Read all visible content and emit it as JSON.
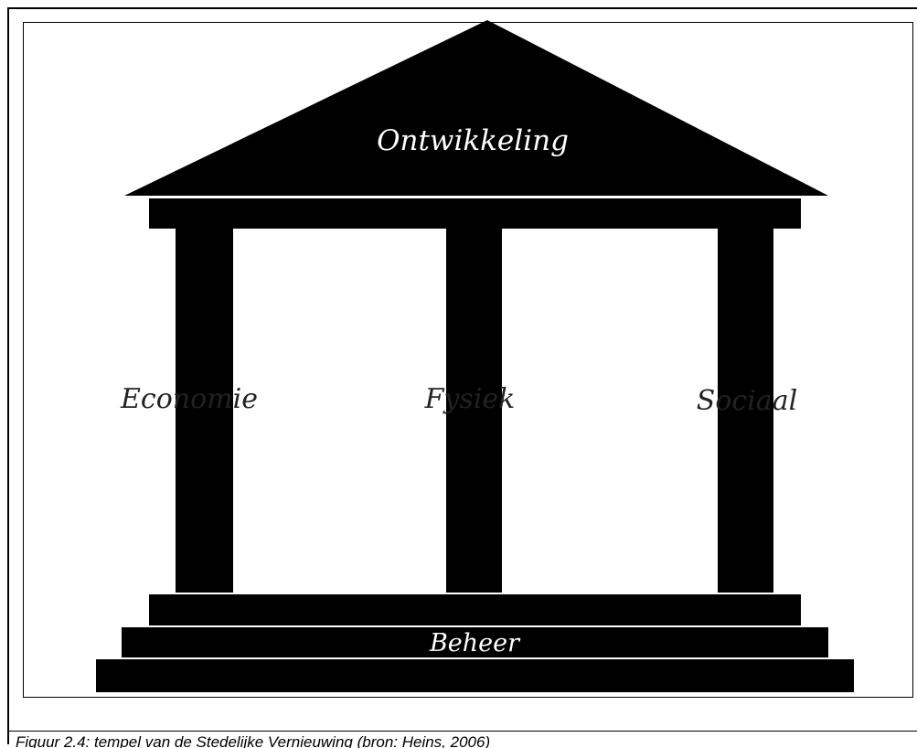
{
  "diagram": {
    "roof_label": "Ontwikkeling",
    "pillars": [
      {
        "label": "Economie"
      },
      {
        "label": "Fysiek"
      },
      {
        "label": "Sociaal"
      }
    ],
    "base_label": "Beheer",
    "colors": {
      "structure": "#000000",
      "background": "#ffffff",
      "label_on_dark": "#ffffff",
      "label_on_light": "#222222"
    }
  },
  "caption": "Figuur 2.4: tempel van de Stedelijke Vernieuwing (bron: Heins, 2006)"
}
